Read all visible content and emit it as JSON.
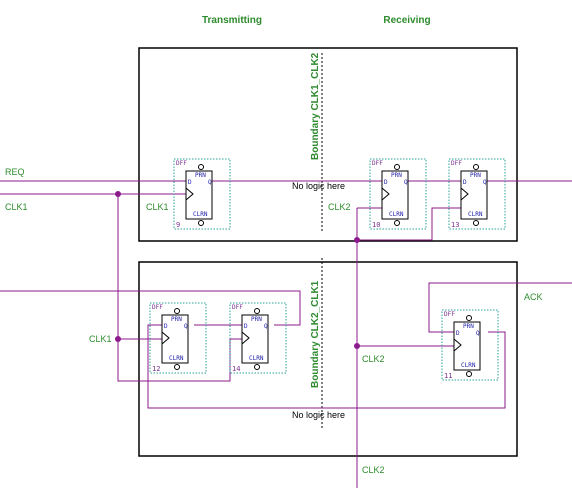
{
  "headers": {
    "transmitting": "Transmitting",
    "receiving": "Receiving"
  },
  "boundaries": {
    "top": "Boundary CLK1_CLK2",
    "bottom": "Boundary CLK2_CLK1"
  },
  "signals": {
    "req": "REQ",
    "clk1_left": "CLK1",
    "clk1_ff_top": "CLK1",
    "clk2_ff_top": "CLK2",
    "clk1_bottom": "CLK1",
    "ack": "ACK",
    "clk2_mid": "CLK2",
    "clk2_bottom": "CLK2"
  },
  "notes": {
    "no_logic_top": "No logic here",
    "no_logic_bottom": "No logic here"
  },
  "flipflop": {
    "type": "DFF",
    "preset": "PRN",
    "clear": "CLRN",
    "d": "D",
    "q": "Q"
  },
  "flipflop_ids": [
    "9",
    "10",
    "13",
    "12",
    "14",
    "11"
  ],
  "colors": {
    "wire": "#8b1a8b",
    "label": "#2e8b2e",
    "box": "#000000",
    "ff_outline": "#2aa198",
    "pin": "#1a1aa6"
  }
}
